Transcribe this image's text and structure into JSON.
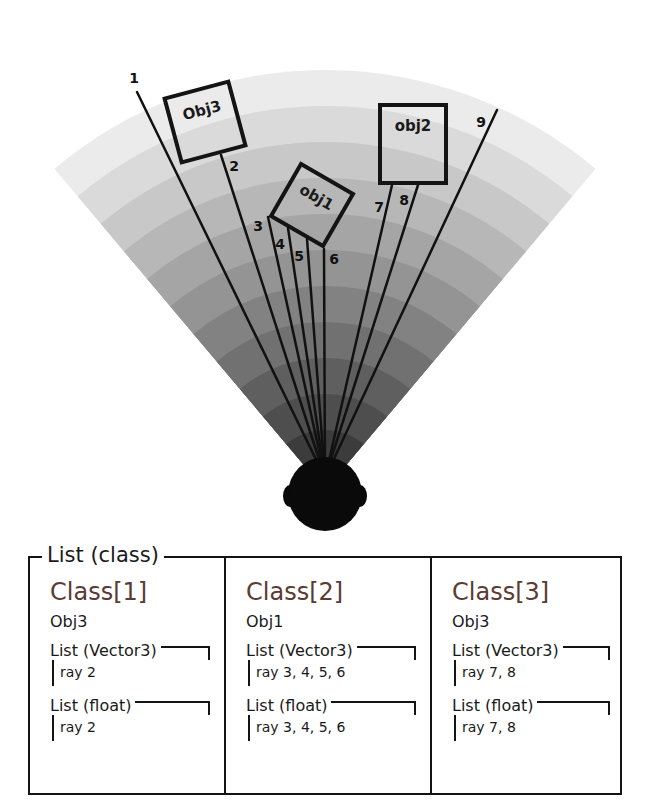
{
  "diagram": {
    "nodes": [
      {
        "text": [
          "Obj3"
        ]
      },
      {
        "text": [
          "obj1"
        ]
      },
      {
        "text": [
          "obj2"
        ]
      },
      {
        "text": [
          "List (class)"
        ]
      },
      {
        "text": [
          "Class[1]",
          "Obj3"
        ],
        "in": 3
      },
      {
        "text": [
          "List (Vector3)",
          "ray 2"
        ],
        "in": 4
      },
      {
        "text": [
          "List (float)",
          "ray 2"
        ],
        "in": 4
      },
      {
        "text": [
          "Class[2]",
          "Obj1"
        ],
        "in": 3
      },
      {
        "text": [
          "List (Vector3)",
          "ray 3, 4, 5, 6"
        ],
        "in": 7
      },
      {
        "text": [
          "List (float)",
          "ray 3, 4, 5, 6"
        ],
        "in": 7
      },
      {
        "text": [
          "Class[3]",
          "Obj3"
        ],
        "in": 3
      },
      {
        "text": [
          "List (Vector3)",
          "ray 7, 8"
        ],
        "in": 10
      },
      {
        "text": [
          "List (float)",
          "ray 7, 8"
        ],
        "in": 10
      }
    ],
    "labels": [
      "1",
      "2",
      "3",
      "4",
      "5",
      "6",
      "7",
      "8",
      "9"
    ]
  }
}
